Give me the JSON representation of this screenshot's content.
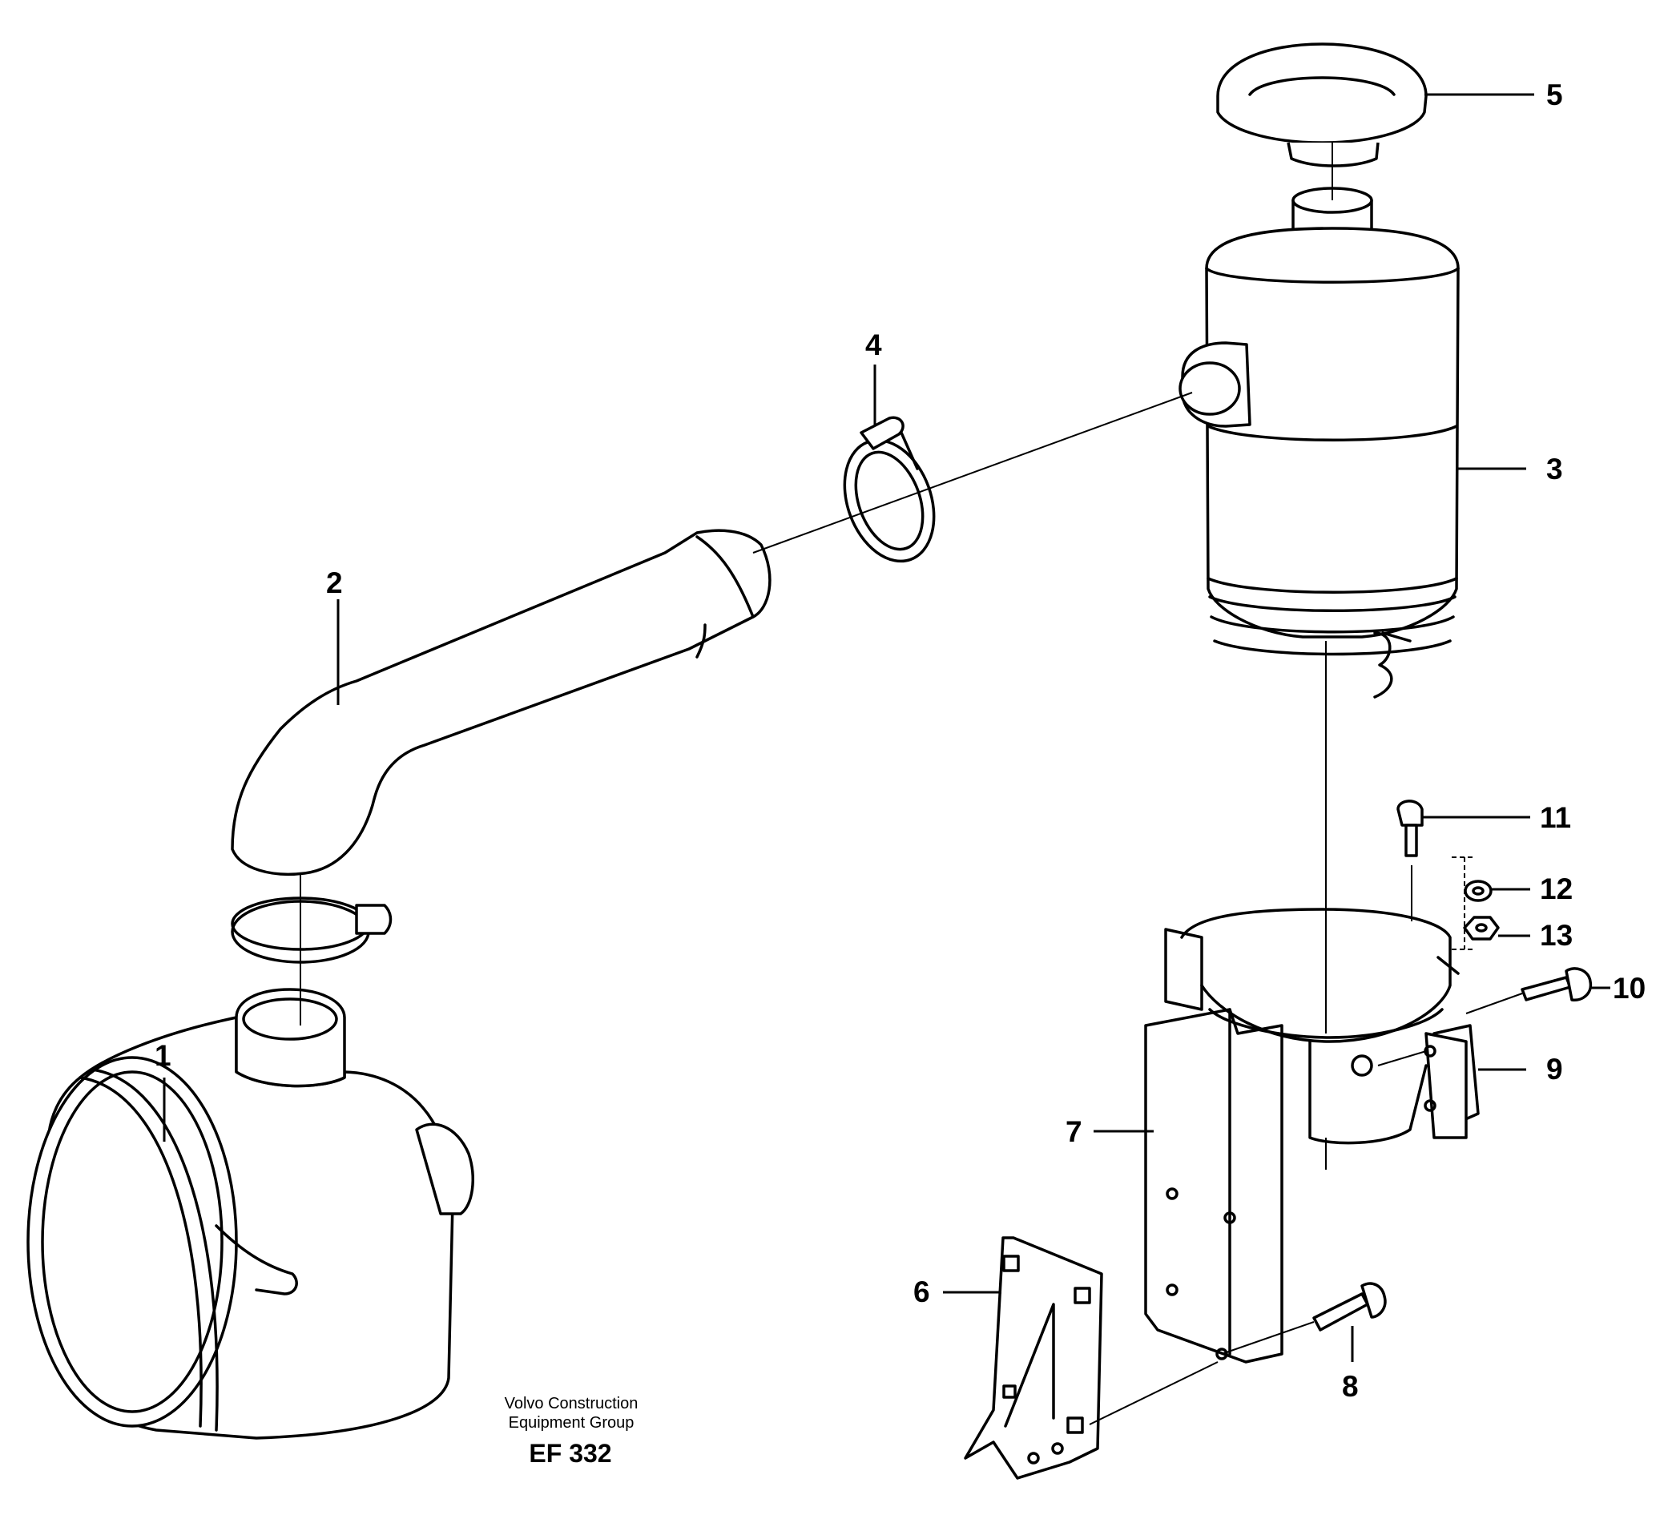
{
  "callouts": [
    {
      "id": "1",
      "text": "1"
    },
    {
      "id": "2",
      "text": "2"
    },
    {
      "id": "3",
      "text": "3"
    },
    {
      "id": "4",
      "text": "4"
    },
    {
      "id": "5",
      "text": "5"
    },
    {
      "id": "6",
      "text": "6"
    },
    {
      "id": "7",
      "text": "7"
    },
    {
      "id": "8",
      "text": "8"
    },
    {
      "id": "9",
      "text": "9"
    },
    {
      "id": "10",
      "text": "10"
    },
    {
      "id": "11",
      "text": "11"
    },
    {
      "id": "12",
      "text": "12"
    },
    {
      "id": "13",
      "text": "13"
    }
  ],
  "credit": {
    "line1": "Volvo Construction",
    "line2": "Equipment Group",
    "code": "EF 332"
  },
  "parts": [
    "pre-cleaner-housing",
    "intake-hose",
    "air-filter-housing",
    "hose-clamp",
    "rain-cap",
    "mounting-plate",
    "support-bracket",
    "flange-screw",
    "clamp-band",
    "screw",
    "flange-screw-small",
    "washer",
    "nut"
  ]
}
